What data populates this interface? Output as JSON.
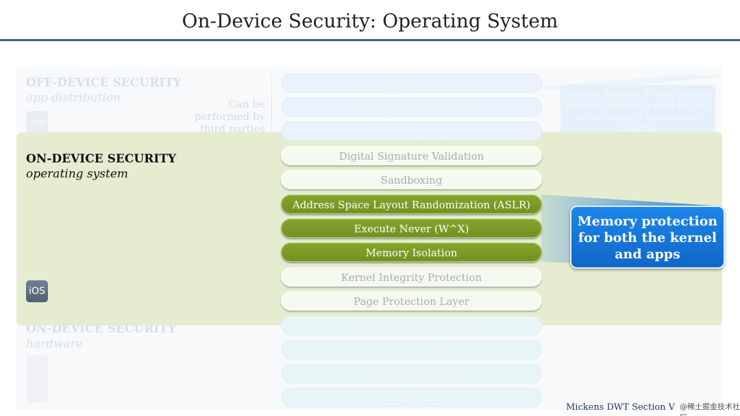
{
  "title": "On-Device Security: Operating System",
  "off_device": {
    "heading": "OFF-DEVICE SECURITY",
    "subheading": "app distribution",
    "note": "Can be performed by third parties",
    "icon_label": "app",
    "side_note": "Provides minimal (if any) security benefits relative to what iOS on-device security mechanisms provide"
  },
  "on_device_os": {
    "heading": "ON-DEVICE SECURITY",
    "subheading": "operating system",
    "icon_label": "iOS"
  },
  "on_device_hw": {
    "heading": "ON-DEVICE SECURITY",
    "subheading": "hardware"
  },
  "layers": [
    {
      "label": "App Review",
      "style": "faded-blue"
    },
    {
      "label": "Developer Identification",
      "style": "faded-blue"
    },
    {
      "label": "Code Signing",
      "style": "faded-blue"
    },
    {
      "label": "Digital Signature Validation",
      "style": "light"
    },
    {
      "label": "Sandboxing",
      "style": "light"
    },
    {
      "label": "Address Space Layout Randomization (ASLR)",
      "style": "dark"
    },
    {
      "label": "Execute Never (W^X)",
      "style": "dark"
    },
    {
      "label": "Memory Isolation",
      "style": "dark"
    },
    {
      "label": "Kernel Integrity Protection",
      "style": "light"
    },
    {
      "label": "Page Protection Layer",
      "style": "light"
    },
    {
      "label": "Biometric Authentication",
      "style": "faded-teal"
    },
    {
      "label": "Secure Enclave",
      "style": "faded-teal"
    },
    {
      "label": "Storage Encryption",
      "style": "faded-teal"
    },
    {
      "label": "Secure Boot",
      "style": "faded-teal"
    }
  ],
  "callout": "Memory protection for both the kernel and apps",
  "footer": "Mickens DWT Section V",
  "watermark": "@稀土掘金技术社区",
  "colors": {
    "rule": "#3e5d80",
    "green_panel": "#e4ebcd",
    "dark_pill": "#7a9726",
    "callout": "#1676d8"
  }
}
